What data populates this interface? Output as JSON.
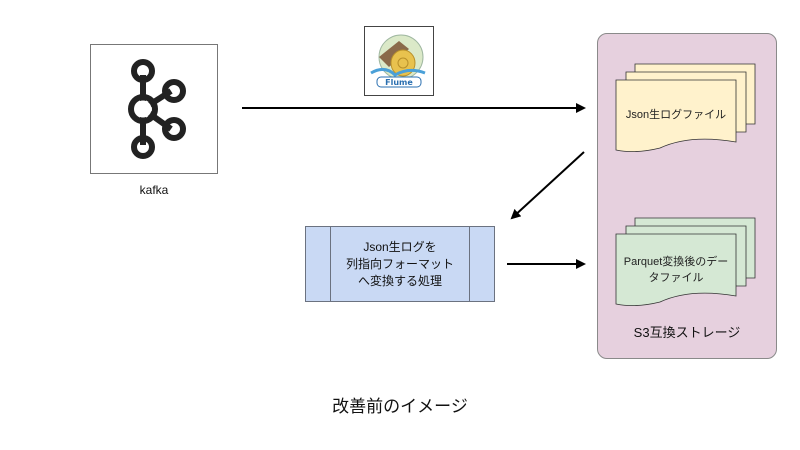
{
  "nodes": {
    "kafka": {
      "label": "kafka",
      "icon": "kafka-logo-icon"
    },
    "flume": {
      "icon": "flume-logo-icon",
      "logo_text": "Flume"
    },
    "storage": {
      "label": "S3互換ストレージ",
      "fill": "#e6d0de"
    },
    "json_files": {
      "label": "Json生ログファイル",
      "fill": "#fff2cc"
    },
    "parquet_files": {
      "label_line1": "Parquet変換後のデー",
      "label_line2": "タファイル",
      "fill": "#d5e8d4"
    },
    "process": {
      "line1": "Json生ログを",
      "line2": "列指向フォーマット",
      "line3": "へ変換する処理",
      "fill": "#c9d9f4"
    }
  },
  "edges": [
    {
      "from": "kafka",
      "to": "json_files"
    },
    {
      "from": "json_files",
      "to": "process"
    },
    {
      "from": "process",
      "to": "parquet_files"
    }
  ],
  "caption": "改善前のイメージ"
}
